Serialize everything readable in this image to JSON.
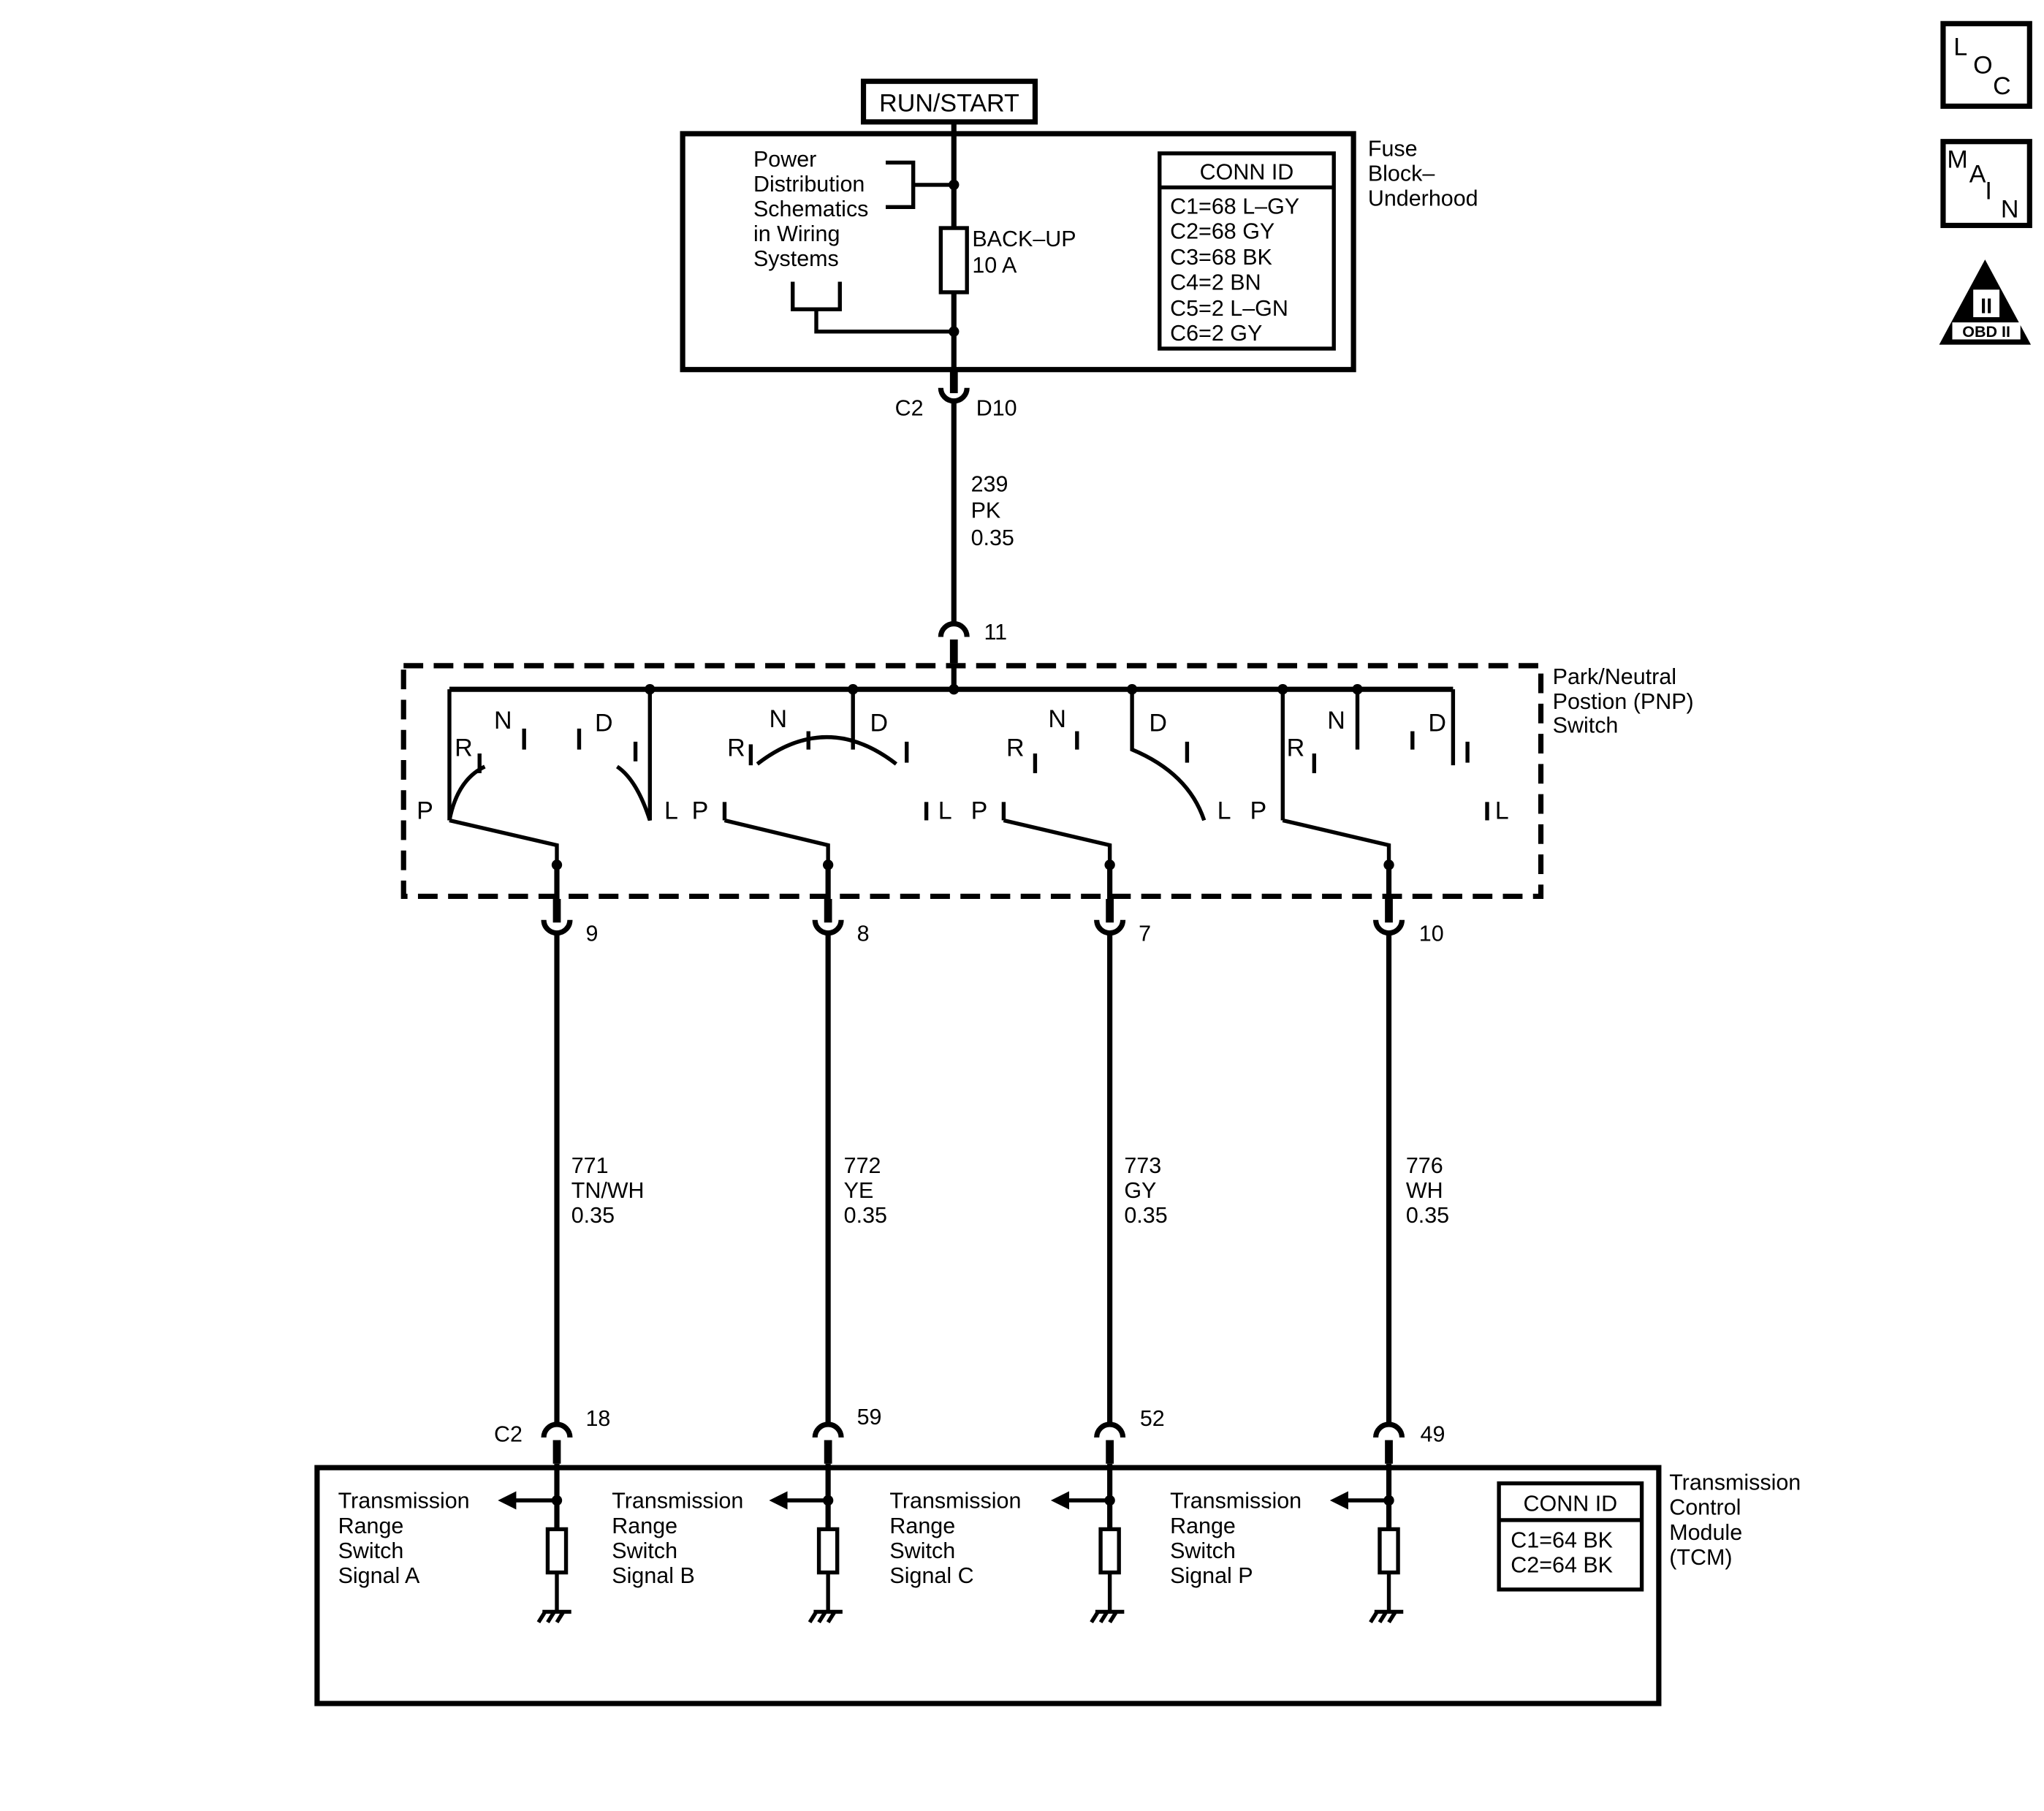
{
  "run_start": "RUN/START",
  "fuse_block": {
    "title": [
      "Fuse",
      "Block–",
      "Underhood"
    ],
    "power_ref": [
      "Power",
      "Distribution",
      "Schematics",
      "in Wiring",
      "Systems"
    ],
    "fuse": [
      "BACK–UP",
      "10 A"
    ],
    "conn_title": "CONN ID",
    "conn": [
      "C1=68 L–GY",
      "C2=68 GY",
      "C3=68 BK",
      "C4=2 BN",
      "C5=2 L–GN",
      "C6=2 GY"
    ],
    "out_conn": "C2",
    "out_pin": "D10"
  },
  "feed_wire": [
    "239",
    "PK",
    "0.35"
  ],
  "pnp_switch": {
    "title": [
      "Park/Neutral",
      "Postion (PNP)",
      "Switch"
    ],
    "input_pin": "11",
    "position_letters": [
      "P",
      "R",
      "N",
      "D",
      "L"
    ],
    "output_pins": [
      "9",
      "8",
      "7",
      "10"
    ]
  },
  "wires": [
    {
      "circuit": "771",
      "color": "TN/WH",
      "gauge": "0.35"
    },
    {
      "circuit": "772",
      "color": "YE",
      "gauge": "0.35"
    },
    {
      "circuit": "773",
      "color": "GY",
      "gauge": "0.35"
    },
    {
      "circuit": "776",
      "color": "WH",
      "gauge": "0.35"
    }
  ],
  "tcm": {
    "title": [
      "Transmission",
      "Control",
      "Module",
      "(TCM)"
    ],
    "conn_label": "C2",
    "pins": [
      "18",
      "59",
      "52",
      "49"
    ],
    "signals": [
      [
        "Transmission",
        "Range",
        "Switch",
        "Signal A"
      ],
      [
        "Transmission",
        "Range",
        "Switch",
        "Signal B"
      ],
      [
        "Transmission",
        "Range",
        "Switch",
        "Signal C"
      ],
      [
        "Transmission",
        "Range",
        "Switch",
        "Signal P"
      ]
    ],
    "conn_title": "CONN ID",
    "conn": [
      "C1=64 BK",
      "C2=64 BK"
    ]
  },
  "badges": {
    "loc": [
      "L",
      "O",
      "C"
    ],
    "main": [
      "M",
      "A",
      "I",
      "N"
    ],
    "obd": [
      "II",
      "OBD II"
    ]
  }
}
